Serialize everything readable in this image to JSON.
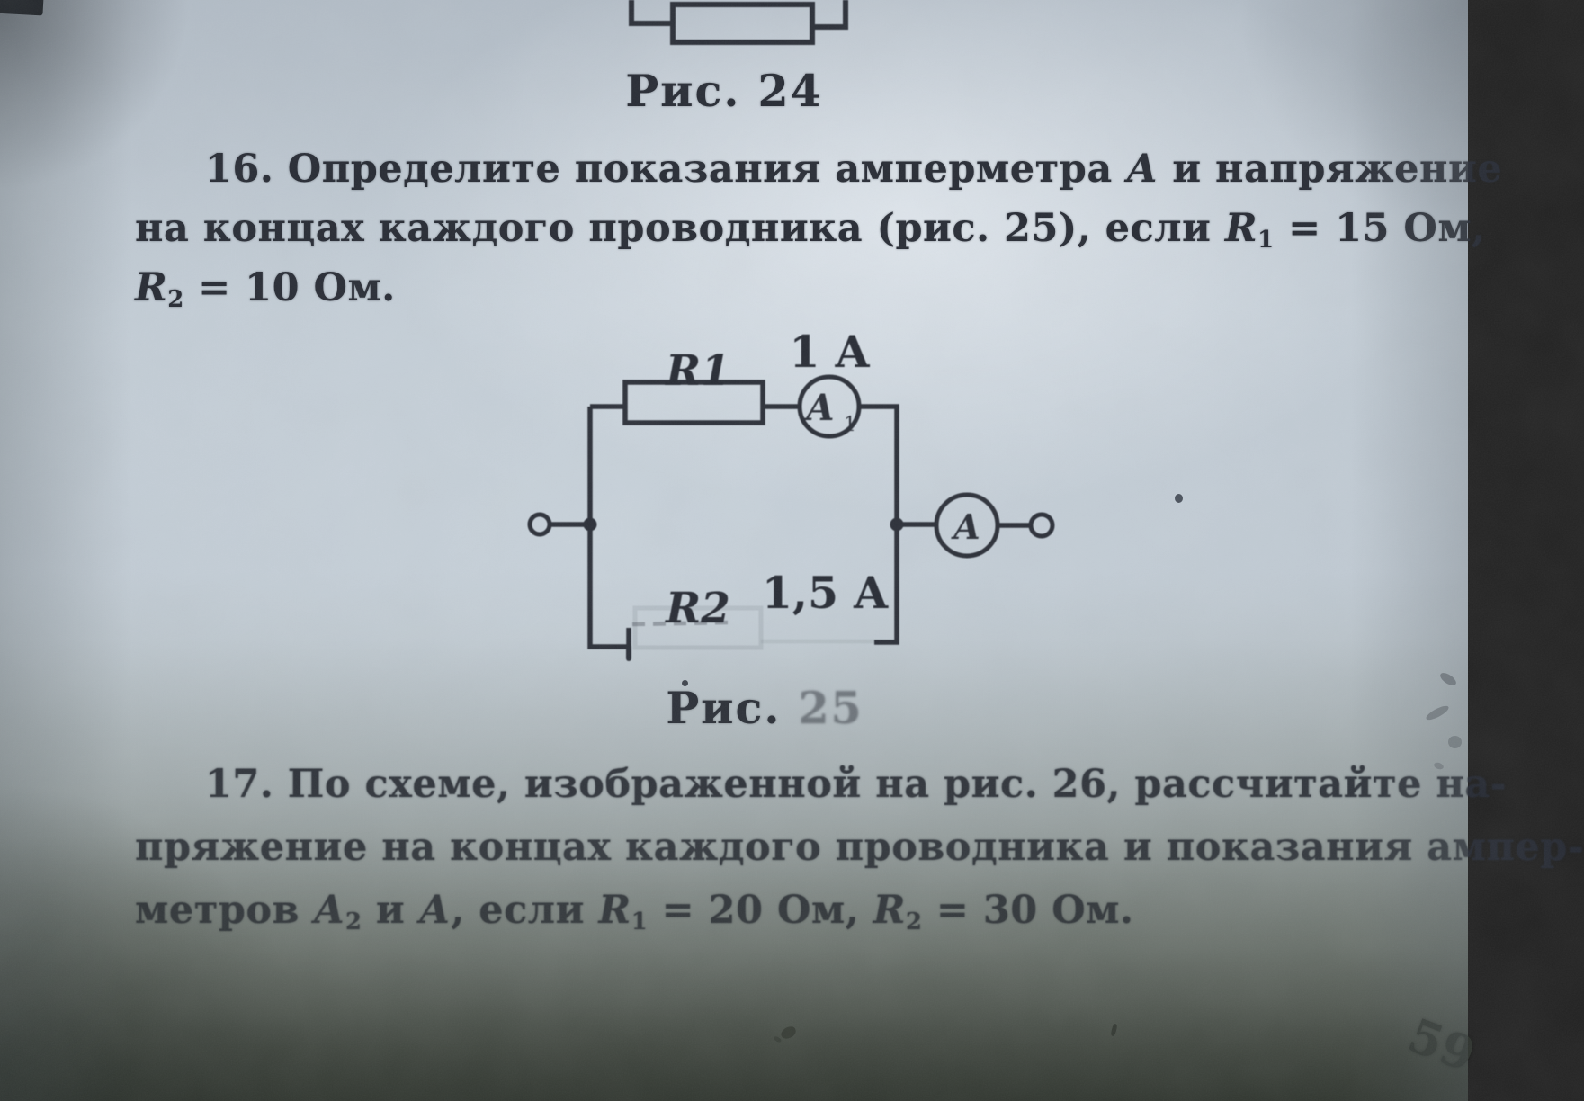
{
  "figure24": {
    "caption": "Рис. 24"
  },
  "problem16": {
    "line1": [
      {
        "t": "16. "
      },
      {
        "t": "Определите показания амперметра "
      },
      {
        "t": "А",
        "i": 1
      },
      {
        "t": " и напряжение"
      }
    ],
    "line2": [
      {
        "t": "на концах каждого проводника (рис. 25), если "
      },
      {
        "t": "R",
        "i": 1
      },
      {
        "t": "1",
        "sub": 1
      },
      {
        "t": " = 15 Ом,"
      }
    ],
    "line3": [
      {
        "t": "R",
        "i": 1
      },
      {
        "t": "2",
        "sub": 1
      },
      {
        "t": " = 10 Ом."
      }
    ]
  },
  "figure25": {
    "caption_word": "Рис.",
    "caption_number": "25",
    "r1_label": "R1",
    "r1_current": "1 A",
    "r2_label": "R2",
    "r2_current": "1,5 A",
    "ammeter1_letter": "A",
    "ammeter1_subscript": "1",
    "ammeter_main_letter": "A"
  },
  "problem17": {
    "line1": [
      {
        "t": "17. По схеме, изображенной на рис. 26, рассчитайте на-"
      }
    ],
    "line2": [
      {
        "t": "пряжение на концах каждого проводника и показания ампер-"
      }
    ],
    "line3": [
      {
        "t": "метров "
      },
      {
        "t": "А",
        "i": 1
      },
      {
        "t": "2",
        "sub": 1
      },
      {
        "t": " и "
      },
      {
        "t": "А",
        "i": 1
      },
      {
        "t": ", если "
      },
      {
        "t": "R",
        "i": 1
      },
      {
        "t": "1",
        "sub": 1
      },
      {
        "t": " = 20 Ом, "
      },
      {
        "t": "R",
        "i": 1
      },
      {
        "t": "2",
        "sub": 1
      },
      {
        "t": " = 30 Ом."
      }
    ]
  },
  "page": {
    "number": "59"
  },
  "colors": {
    "ink": "#2b2f38",
    "paper": "#c0cad3"
  }
}
